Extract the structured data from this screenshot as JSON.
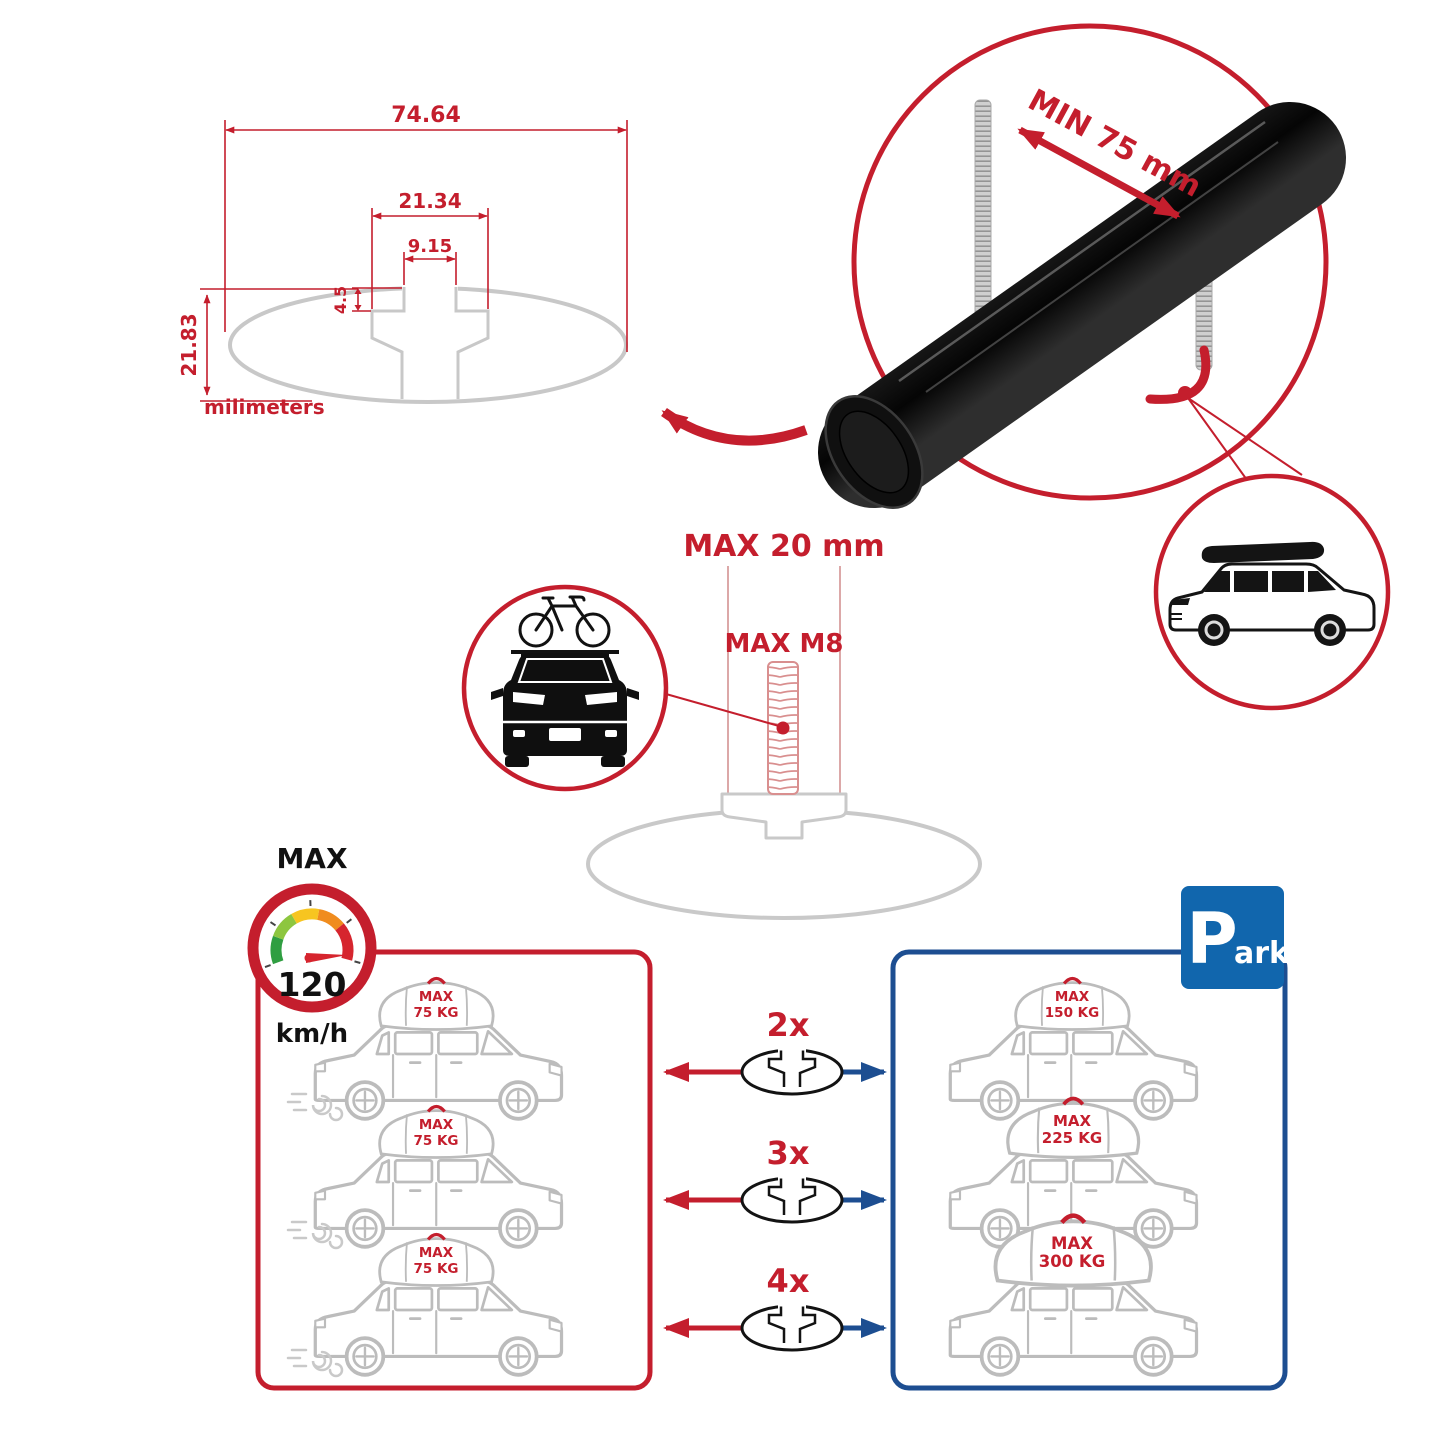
{
  "profile": {
    "total_width": "74.64",
    "channel_width": "21.34",
    "slot_width": "9.15",
    "slot_depth": "4.5",
    "total_height": "21.83",
    "units": "milimeters"
  },
  "clamp": {
    "min_span": "MIN 75 mm"
  },
  "bolt": {
    "max_length": "MAX 20 mm",
    "max_thread": "MAX M8"
  },
  "speed_limit": {
    "label": "MAX",
    "value": "120",
    "unit": "km/h"
  },
  "driving": {
    "bags": [
      {
        "line1": "MAX",
        "line2": "75 KG"
      },
      {
        "line1": "MAX",
        "line2": "75 KG"
      },
      {
        "line1": "MAX",
        "line2": "75 KG"
      }
    ]
  },
  "parked": {
    "bags": [
      {
        "line1": "MAX",
        "line2": "150 KG"
      },
      {
        "line1": "MAX",
        "line2": "225 KG"
      },
      {
        "line1": "MAX",
        "line2": "300 KG"
      }
    ]
  },
  "multipliers": [
    {
      "label": "2x"
    },
    {
      "label": "3x"
    },
    {
      "label": "4x"
    }
  ],
  "park_sign": {
    "p": "P",
    "ark": "ark"
  },
  "colors": {
    "red": "#c41e2d",
    "blue": "#1d4e91",
    "park_blue": "#1166ad",
    "gray": "#c8c8c8"
  }
}
